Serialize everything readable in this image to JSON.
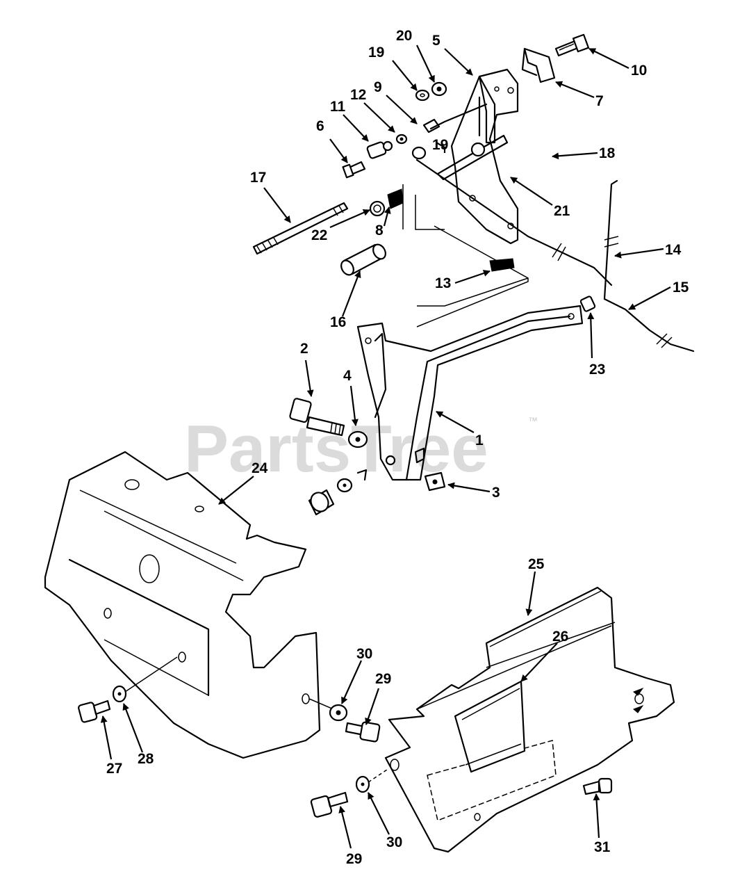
{
  "watermark": {
    "text": "PartsTree",
    "trademark": "™"
  },
  "callouts": {
    "c1": "1",
    "c2": "2",
    "c3": "3",
    "c4": "4",
    "c5": "5",
    "c6": "6",
    "c7": "7",
    "c8": "8",
    "c9": "9",
    "c10": "10",
    "c11": "11",
    "c12": "12",
    "c13": "13",
    "c14": "14",
    "c15": "15",
    "c16": "16",
    "c17": "17",
    "c18": "18",
    "c19a": "19",
    "c19b": "19",
    "c20": "20",
    "c21": "21",
    "c22": "22",
    "c23": "23",
    "c24": "24",
    "c25": "25",
    "c26": "26",
    "c27": "27",
    "c28": "28",
    "c29a": "29",
    "c29b": "29",
    "c30a": "30",
    "c30b": "30",
    "c31": "31"
  }
}
